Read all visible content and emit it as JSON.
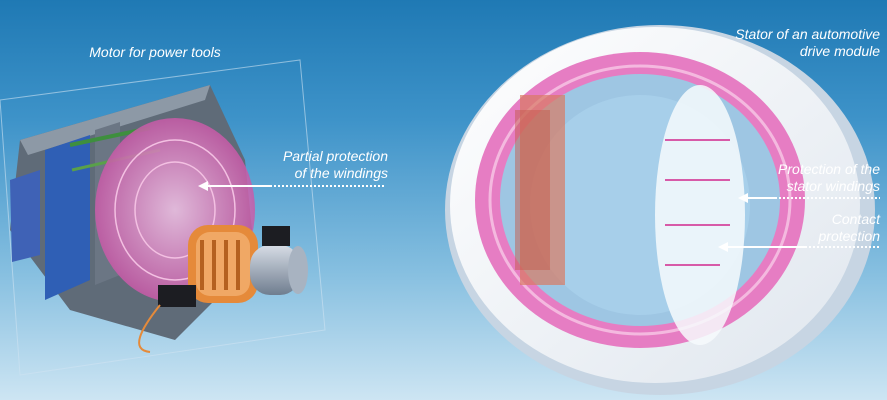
{
  "labels": {
    "motor_title": "Motor for power tools",
    "motor_partial_line1": "Partial protection",
    "motor_partial_line2": "of the windings",
    "stator_title_line1": "Stator of an automotive",
    "stator_title_line2": "drive module",
    "stator_protection_line1": "Protection of the",
    "stator_protection_line2": "stator windings",
    "contact_line1": "Contact",
    "contact_line2": "protection"
  },
  "colors": {
    "background_top": "#1f79b4",
    "background_bottom": "#cde5f3",
    "label_text": "#ffffff",
    "winding_pink": "#e67dc3",
    "commutator_orange": "#e58a3a",
    "stator_ring": "#f4f5f7"
  },
  "icons": {
    "arrow": "left-arrow-icon",
    "leader": "dotted-leader-line"
  }
}
